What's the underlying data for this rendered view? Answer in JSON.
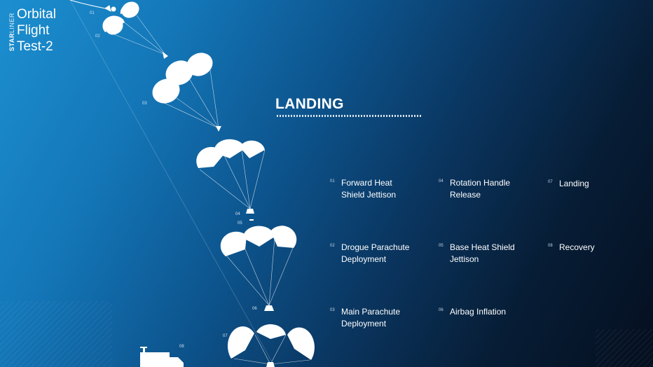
{
  "header": {
    "brand_bold": "STAR",
    "brand_light": "LINER",
    "title_lines": [
      "Orbital",
      "Flight",
      "Test-2"
    ]
  },
  "section_title": "LANDING",
  "steps": [
    {
      "num": "01",
      "label": "Forward Heat\nShield Jettison"
    },
    {
      "num": "02",
      "label": "Drogue Parachute\nDeployment"
    },
    {
      "num": "03",
      "label": "Main Parachute\nDeployment"
    },
    {
      "num": "04",
      "label": "Rotation Handle\nRelease"
    },
    {
      "num": "05",
      "label": "Base Heat Shield\nJettison"
    },
    {
      "num": "06",
      "label": "Airbag Inflation"
    },
    {
      "num": "07",
      "label": "Landing"
    },
    {
      "num": "08",
      "label": "Recovery"
    }
  ],
  "diagram_numbers": [
    "01",
    "02",
    "03",
    "04",
    "05",
    "06",
    "07",
    "08"
  ],
  "colors": {
    "background_light": "#1c8fd0",
    "background_dark": "#050f1f",
    "text": "#ffffff"
  },
  "icons": [
    "parachute-icon",
    "capsule-icon",
    "recovery-truck-icon"
  ]
}
